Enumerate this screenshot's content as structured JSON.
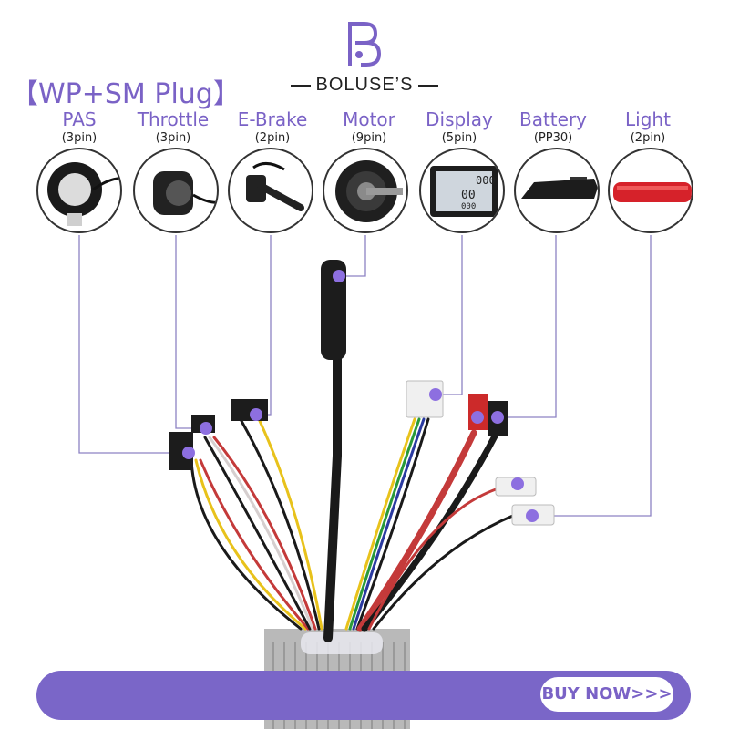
{
  "brand": {
    "name": "BOLUSE’S",
    "logo_letter": "B"
  },
  "plug_title": "【WP+SM Plug】",
  "components": [
    {
      "label": "PAS",
      "pins": "(3pin)",
      "icon": "pas-sensor-icon"
    },
    {
      "label": "Throttle",
      "pins": "(3pin)",
      "icon": "throttle-icon"
    },
    {
      "label": "E-Brake",
      "pins": "(2pin)",
      "icon": "brake-lever-icon"
    },
    {
      "label": "Motor",
      "pins": "(9pin)",
      "icon": "hub-motor-icon"
    },
    {
      "label": "Display",
      "pins": "(5pin)",
      "icon": "lcd-display-icon"
    },
    {
      "label": "Battery",
      "pins": "(PP30)",
      "icon": "battery-icon"
    },
    {
      "label": "Light",
      "pins": "(2pin)",
      "icon": "tail-light-icon"
    }
  ],
  "display_screen": {
    "row1": "000",
    "row2": "00",
    "row3": "000"
  },
  "cta": {
    "buy_label": "BUY NOW>>>"
  },
  "colors": {
    "accent": "#7a66c8",
    "text": "#222222"
  }
}
